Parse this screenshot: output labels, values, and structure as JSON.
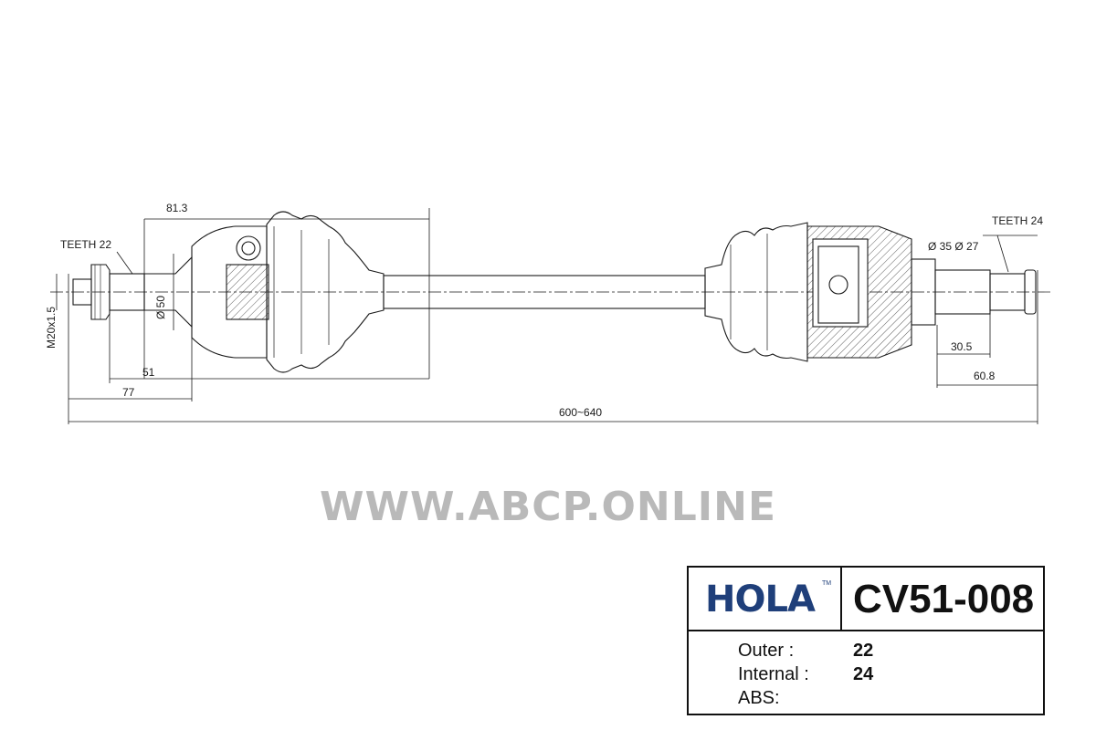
{
  "drawing": {
    "dimensions": {
      "overall_length": "600~640",
      "outer_width": "81.3",
      "outer_span_51": "51",
      "outer_span_77": "77",
      "inner_span_305": "30.5",
      "inner_span_608": "60.8",
      "outer_diameter": "Ø 50",
      "thread": "M20x1.5",
      "inner_diameters": "Ø 35 Ø 27"
    },
    "outer_teeth_label": "TEETH 22",
    "inner_teeth_label": "TEETH 24"
  },
  "watermark": "WWW.ABCP.ONLINE",
  "spec_box": {
    "brand": "HOLA",
    "brand_tm": "TM",
    "part_number": "CV51-008",
    "rows": [
      {
        "label": "Outer :",
        "value": "22"
      },
      {
        "label": "Internal :",
        "value": "24"
      },
      {
        "label": "ABS:",
        "value": ""
      }
    ]
  },
  "colors": {
    "line": "#1a1a1a",
    "brand_blue": "#1f3f7a",
    "watermark_gray": "#b9b9b9"
  }
}
